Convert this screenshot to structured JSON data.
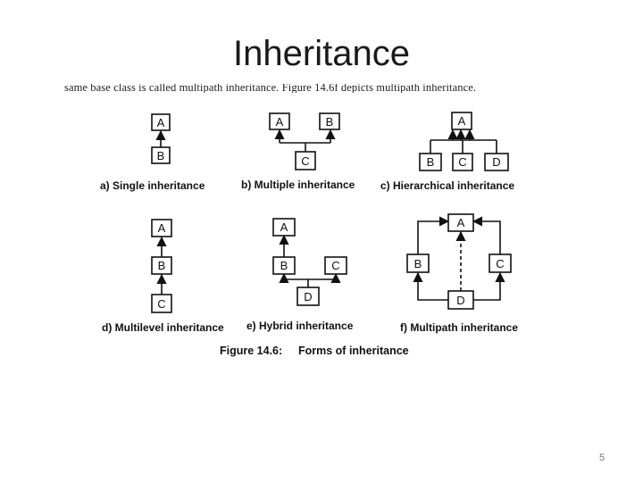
{
  "slide": {
    "title": "Inheritance",
    "intro_text": "same base class is called multipath inheritance. Figure 14.6f depicts multipath inheritance.",
    "page_number": "5"
  },
  "figure": {
    "caption_number": "Figure 14.6:",
    "caption_text": "Forms of inheritance",
    "panels": {
      "single": {
        "label": "a) Single inheritance",
        "nodes": {
          "a": "A",
          "b": "B"
        }
      },
      "multiple": {
        "label": "b) Multiple inheritance",
        "nodes": {
          "a": "A",
          "b": "B",
          "c": "C"
        }
      },
      "hierarchical": {
        "label": "c) Hierarchical inheritance",
        "nodes": {
          "a": "A",
          "b": "B",
          "c": "C",
          "d": "D"
        }
      },
      "multilevel": {
        "label": "d) Multilevel inheritance",
        "nodes": {
          "a": "A",
          "b": "B",
          "c": "C"
        }
      },
      "hybrid": {
        "label": "e) Hybrid inheritance",
        "nodes": {
          "a": "A",
          "b": "B",
          "c": "C",
          "d": "D"
        }
      },
      "multipath": {
        "label": "f) Multipath inheritance",
        "nodes": {
          "a": "A",
          "b": "B",
          "c": "C",
          "d": "D"
        }
      }
    }
  }
}
